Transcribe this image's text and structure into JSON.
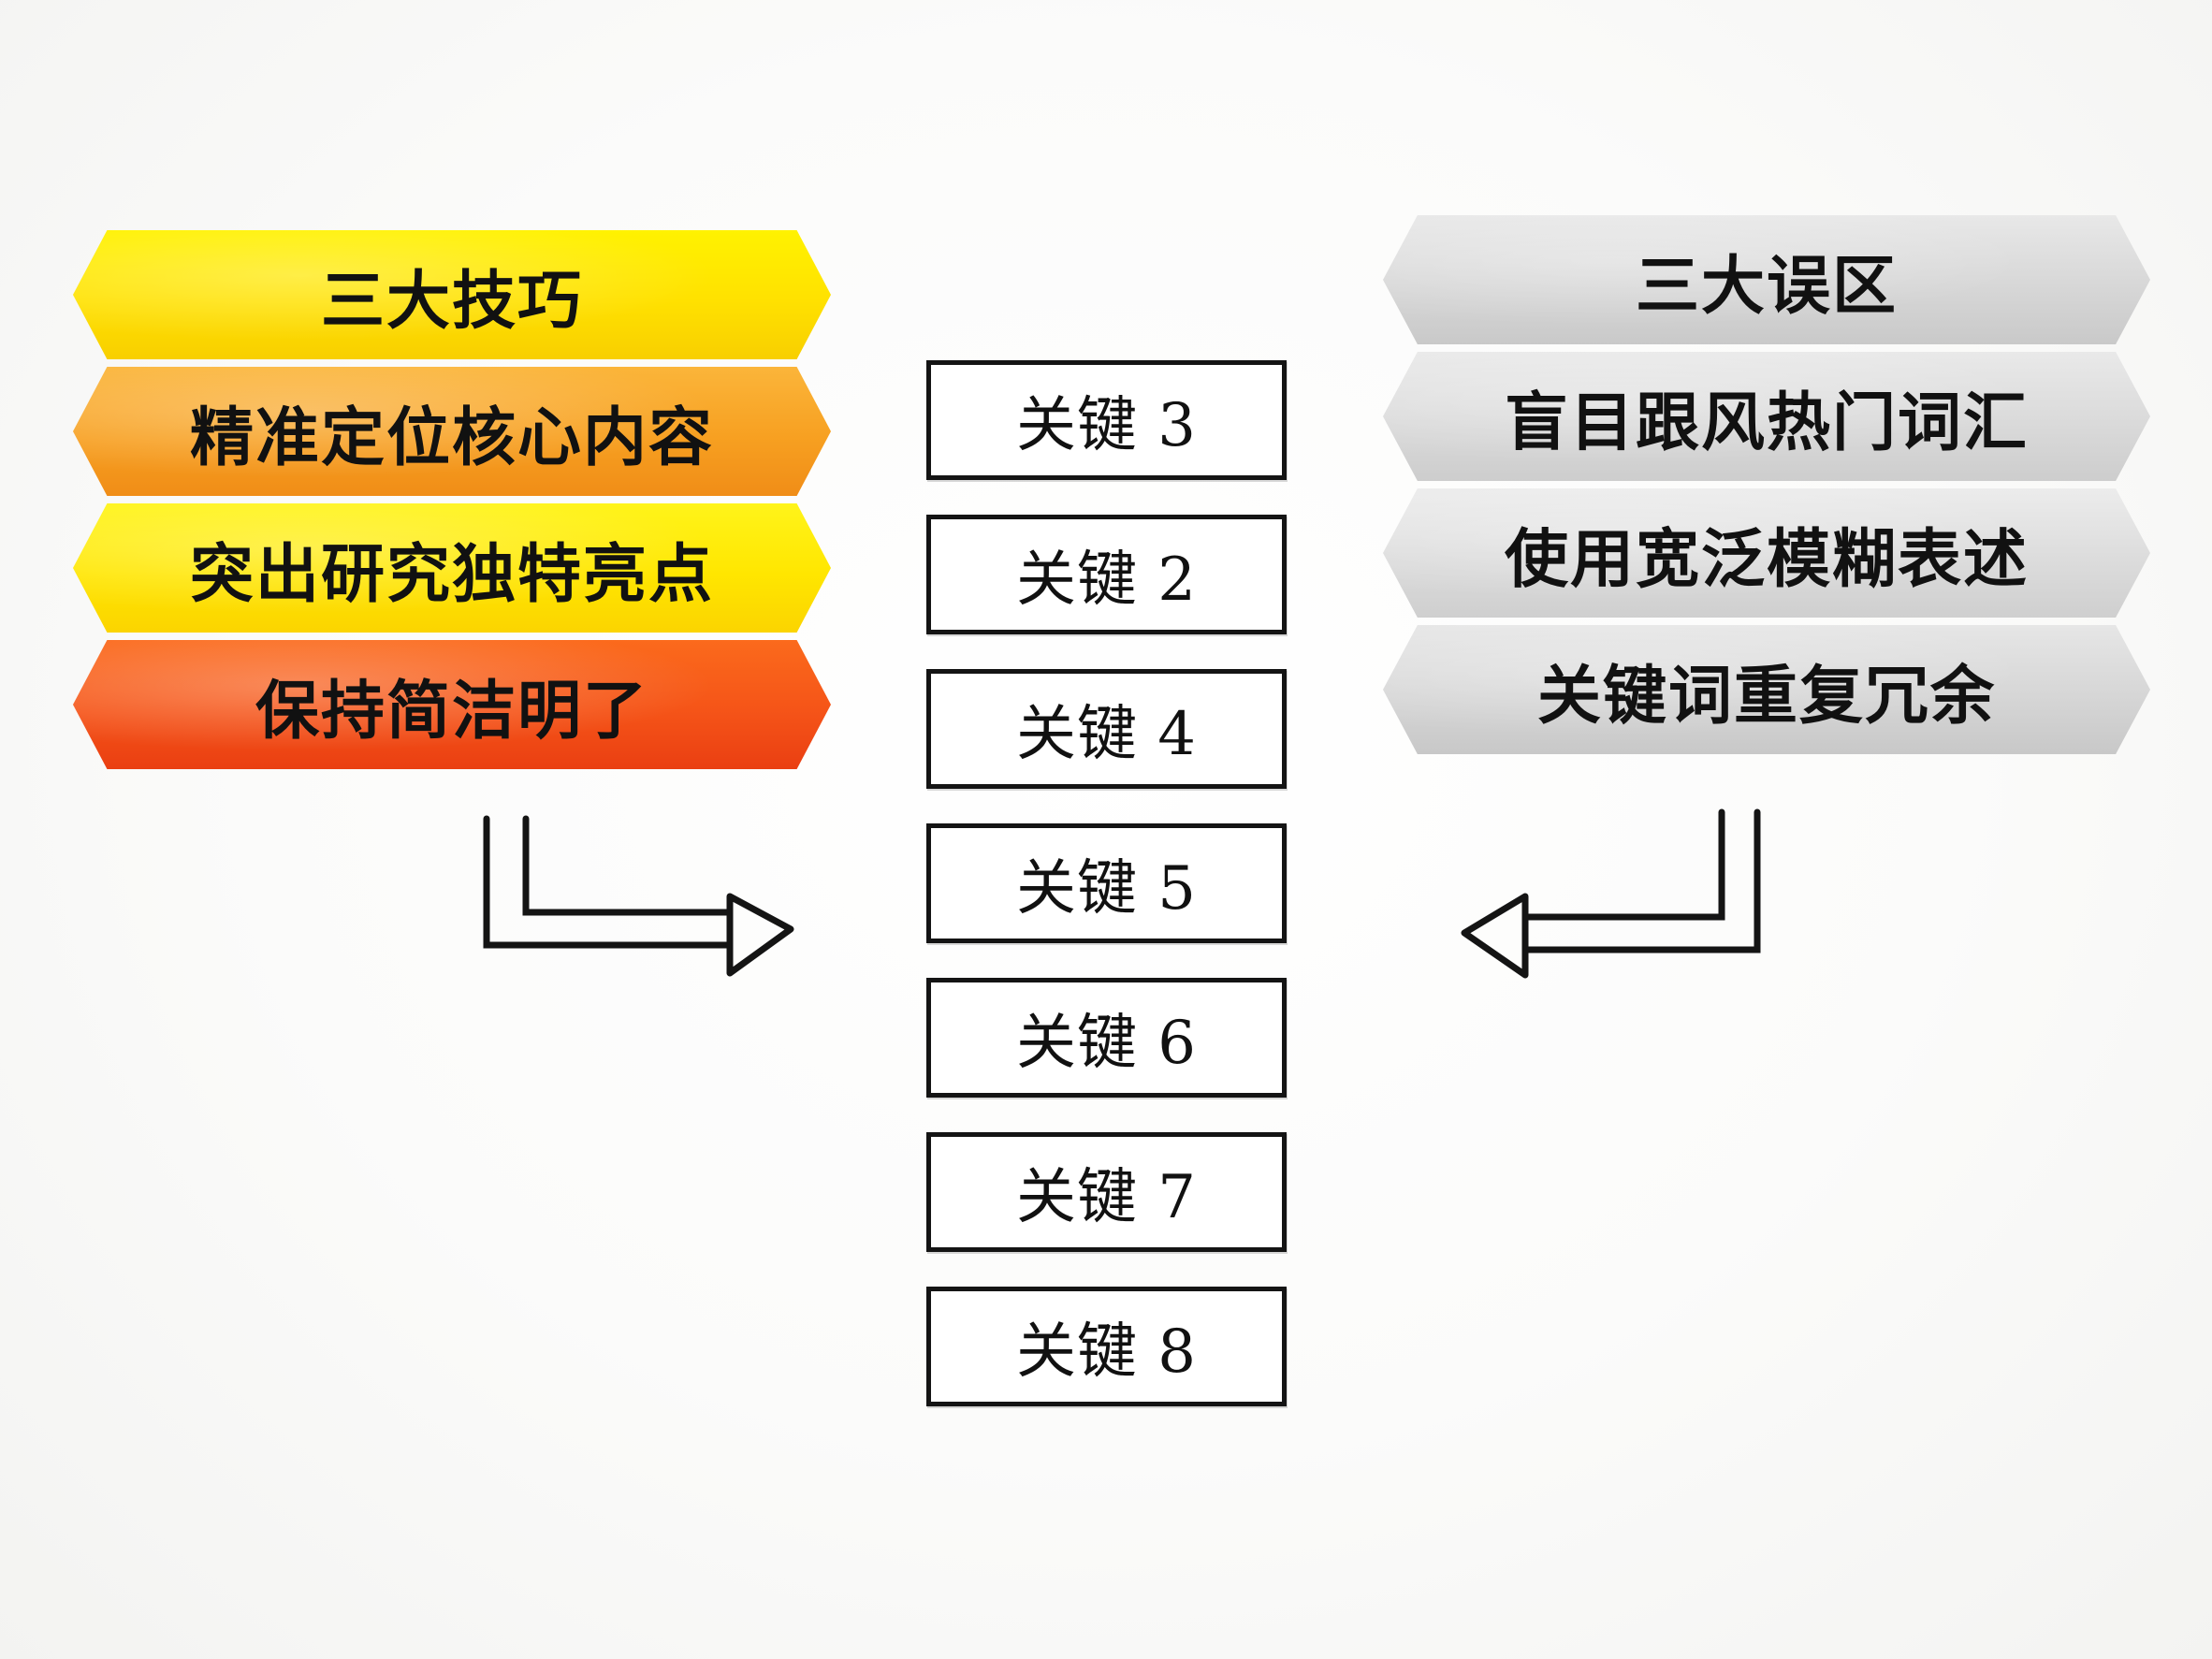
{
  "left_panel": {
    "title": "三大技巧",
    "items": [
      "精准定位核心内容",
      "突出研究独特亮点",
      "保持简洁明了"
    ],
    "colors": {
      "title": "#ffe600",
      "item_1": "#f7a021",
      "item_2": "#ffe600",
      "item_3": "#f55418"
    }
  },
  "right_panel": {
    "title": "三大误区",
    "items": [
      "盲目跟风热门词汇",
      "使用宽泛模糊表述",
      "关键词重复冗余"
    ],
    "colors": {
      "fill": "#d6d6d6"
    }
  },
  "center_column": {
    "keys": [
      "关键 3",
      "关键 2",
      "关键 4",
      "关键 5",
      "关键 6",
      "关键 7",
      "关键 8"
    ]
  },
  "arrows": {
    "left": "double-line arrow pointing right",
    "right": "double-line arrow pointing left"
  }
}
